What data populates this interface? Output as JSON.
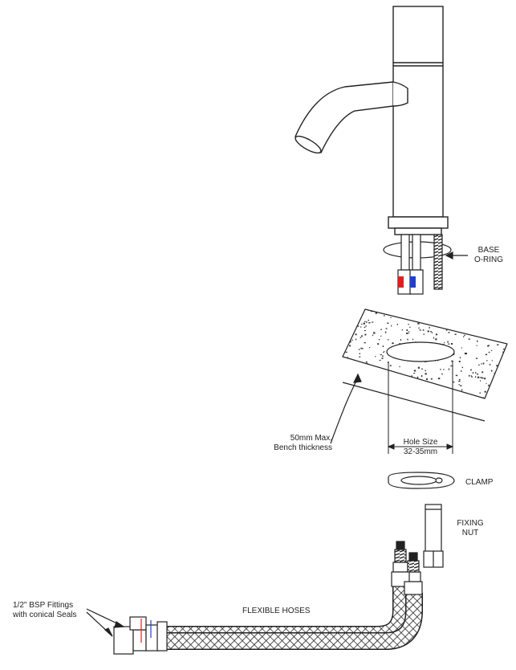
{
  "labels": {
    "base_line1": "BASE",
    "base_line2": "O-RING",
    "bench_line1": "50mm Max.",
    "bench_line2": "Bench thickness",
    "hole_line1": "Hole Size",
    "hole_line2": "32-35mm",
    "clamp": "CLAMP",
    "fixing_line1": "FIXING",
    "fixing_line2": "NUT",
    "hoses": "FLEXIBLE HOSES",
    "bsp_line1": "1/2\" BSP Fittings",
    "bsp_line2": "with conical Seals"
  },
  "colors": {
    "line": "#222222",
    "hot": "#e02020",
    "cold": "#2040d0",
    "speckle": "#333333"
  }
}
